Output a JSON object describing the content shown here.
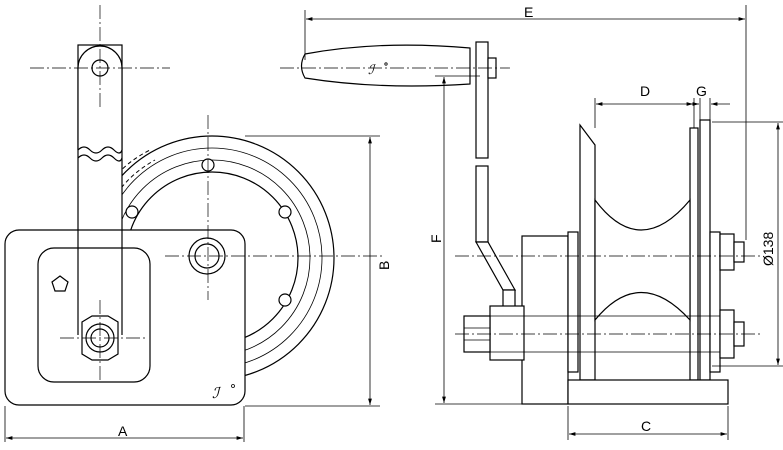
{
  "dimensions": {
    "A": "A",
    "B": "B",
    "C": "C",
    "D": "D",
    "E": "E",
    "F": "F",
    "G": "G",
    "diameter": "Ø138"
  },
  "icons": {
    "logo_main": "logo-mark",
    "logo_handle": "logo-mark"
  }
}
